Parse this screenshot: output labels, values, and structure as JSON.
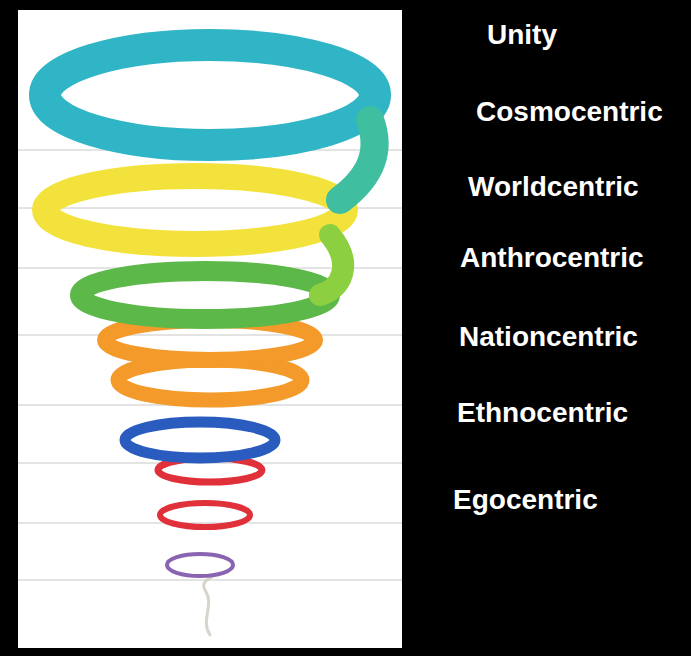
{
  "diagram": {
    "labels": [
      "Unity",
      "Cosmocentric",
      "Worldcentric",
      "Anthrocentric",
      "Nationcentric",
      "Ethnocentric",
      "Egocentric"
    ]
  }
}
